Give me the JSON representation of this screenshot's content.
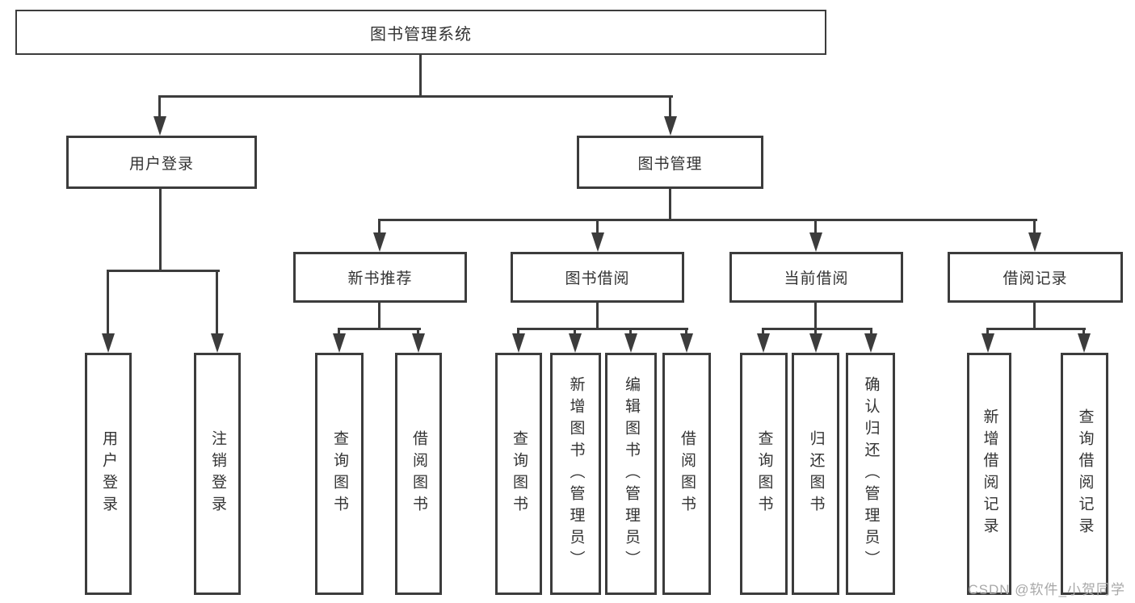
{
  "diagram": {
    "type": "hierarchy-tree",
    "colors": {
      "line": "#3c3c3c",
      "text": "#333333",
      "background": "#ffffff",
      "watermark_text": "#a8a8a8"
    },
    "tree": {
      "label": "图书管理系统",
      "children": [
        {
          "label": "用户登录",
          "children": [
            {
              "label": "用户登录"
            },
            {
              "label": "注销登录"
            }
          ]
        },
        {
          "label": "图书管理",
          "children": [
            {
              "label": "新书推荐",
              "children": [
                {
                  "label": "查询图书"
                },
                {
                  "label": "借阅图书"
                }
              ]
            },
            {
              "label": "图书借阅",
              "children": [
                {
                  "label": "查询图书"
                },
                {
                  "label": "新增图书（管理员）"
                },
                {
                  "label": "编辑图书（管理员）"
                },
                {
                  "label": "借阅图书"
                }
              ]
            },
            {
              "label": "当前借阅",
              "children": [
                {
                  "label": "查询图书"
                },
                {
                  "label": "归还图书"
                },
                {
                  "label": "确认归还（管理员）"
                }
              ]
            },
            {
              "label": "借阅记录",
              "children": [
                {
                  "label": "新增借阅记录"
                },
                {
                  "label": "查询借阅记录"
                }
              ]
            }
          ]
        }
      ]
    },
    "watermark": "CSDN @软件_小贺同学"
  }
}
